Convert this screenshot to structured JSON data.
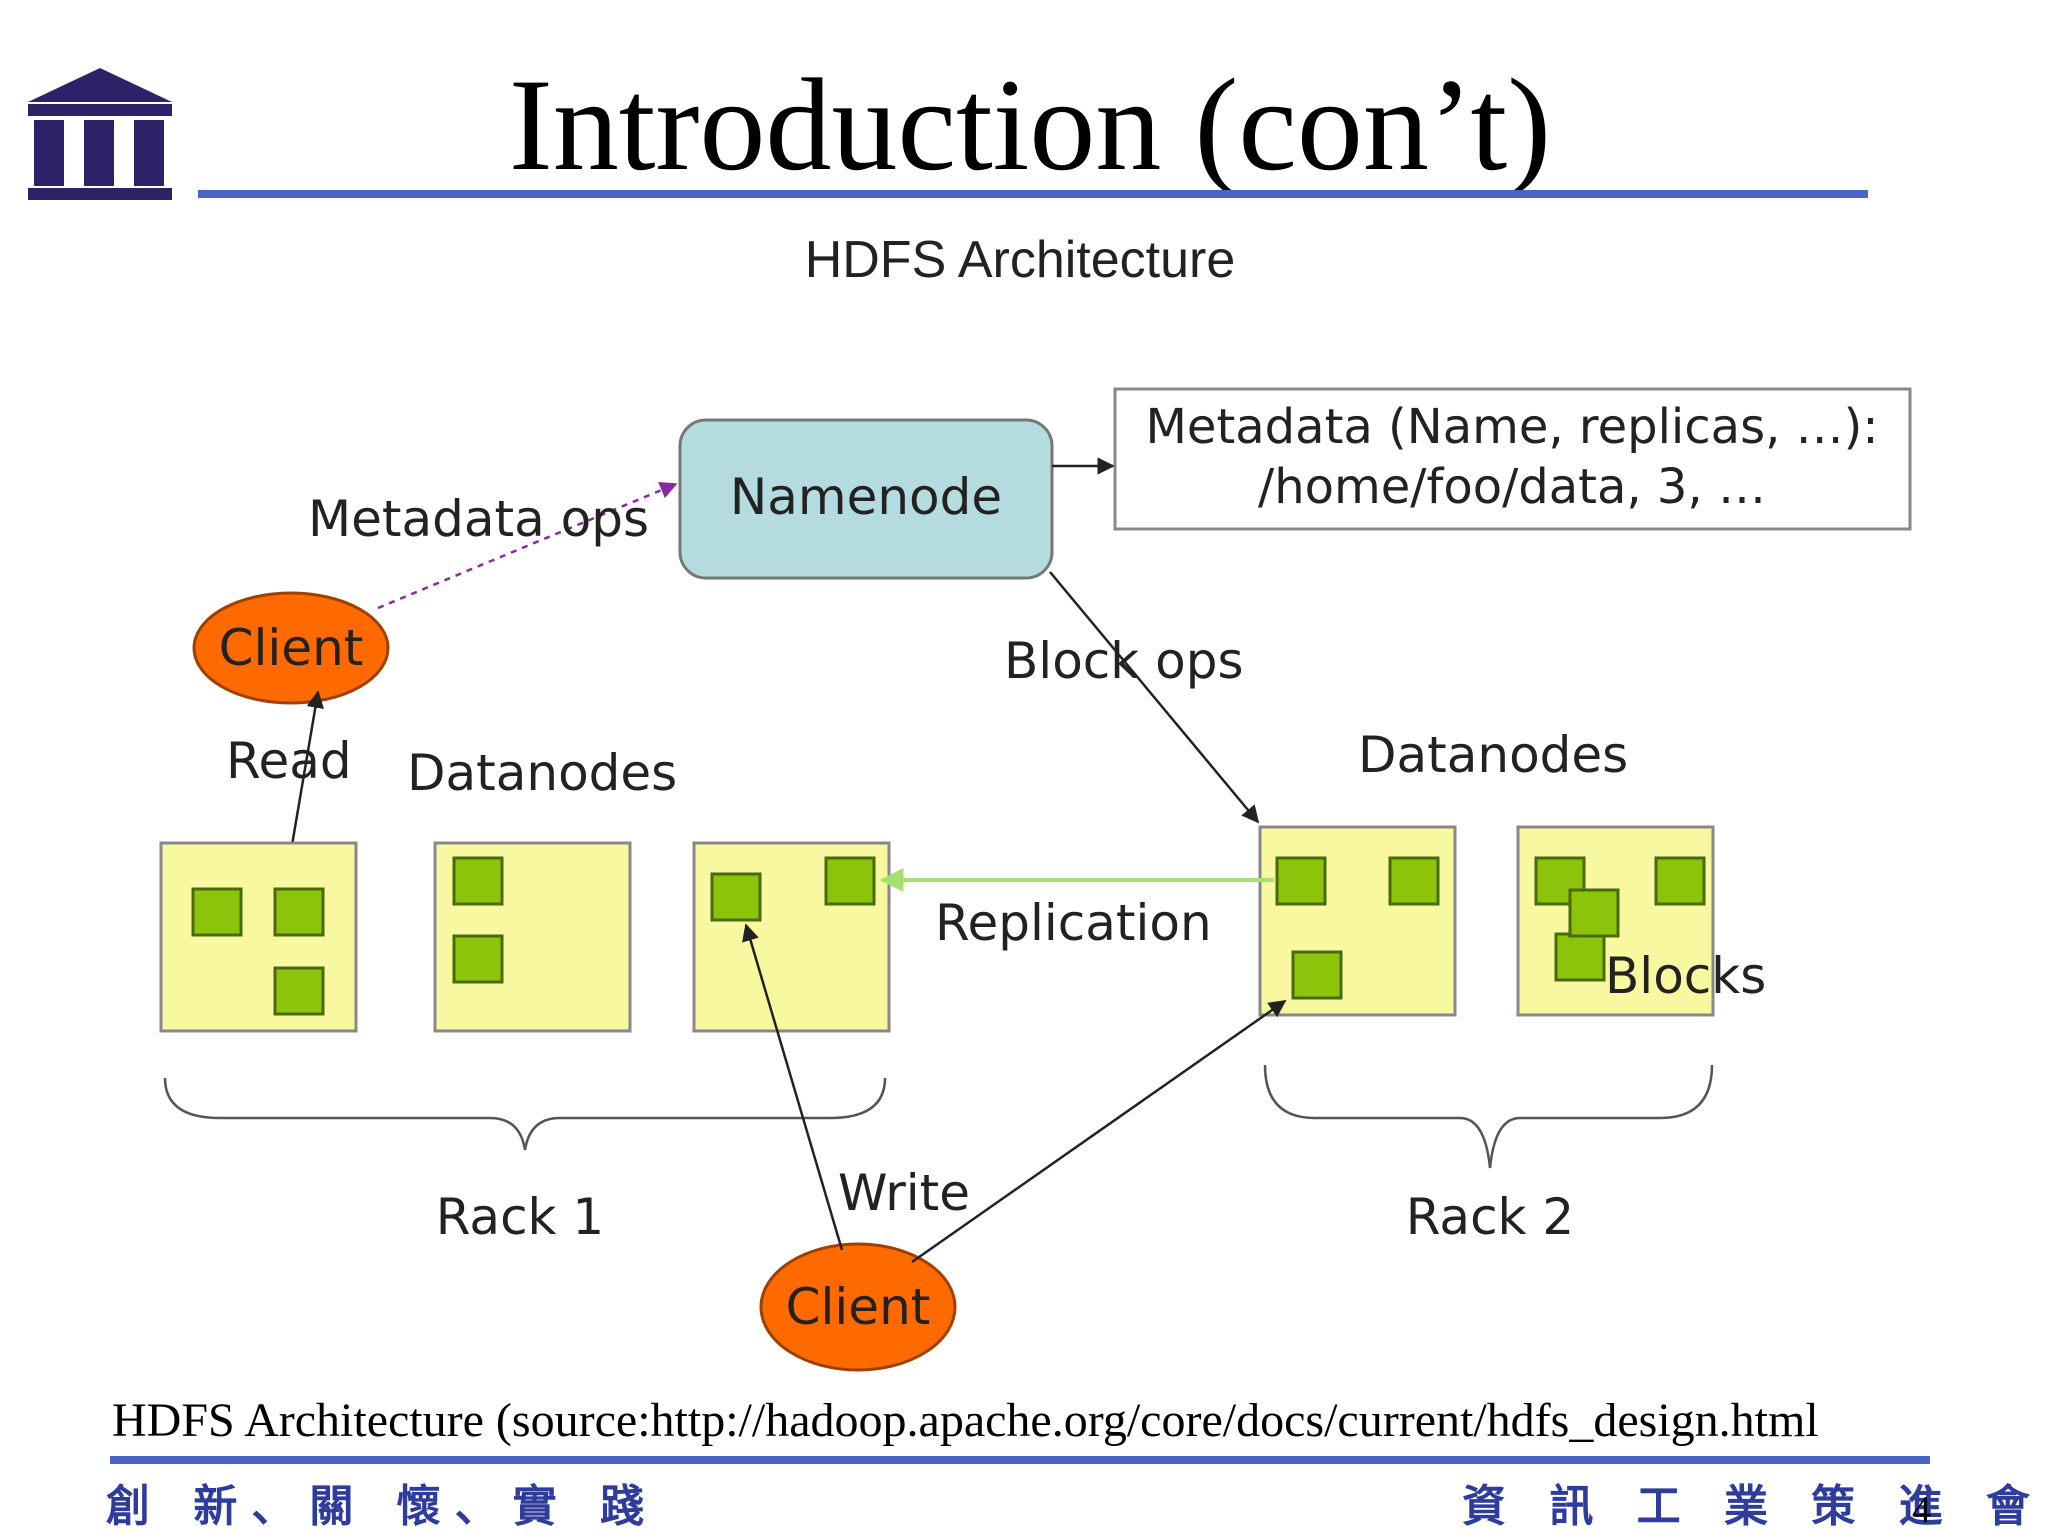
{
  "slide": {
    "title": "Introduction (con’t)",
    "caption": "HDFS Architecture (source:http://hadoop.apache.org/core/docs/current/hdfs_design.html",
    "footer_left": "創 新、關 懷、實 踐",
    "footer_right": "資 訊 工 業 策 進 會",
    "page_number": "4"
  },
  "diagram": {
    "title": "HDFS Architecture",
    "namenode": "Namenode",
    "metadata_line1": "Metadata (Name, replicas, …):",
    "metadata_line2": "/home/foo/data, 3, …",
    "metadata_ops": "Metadata ops",
    "block_ops": "Block ops",
    "client_top": "Client",
    "client_bottom": "Client",
    "read": "Read",
    "write": "Write",
    "datanodes_left": "Datanodes",
    "datanodes_right": "Datanodes",
    "replication": "Replication",
    "blocks": "Blocks",
    "rack1": "Rack 1",
    "rack2": "Rack 2"
  },
  "colors": {
    "accent_rule": "#4a63c8",
    "logo": "#2d2168",
    "namenode_fill": "#b4dce0",
    "datanode_fill": "#f8f8a0",
    "block_fill": "#8cc40c",
    "client_fill": "#ff6a00",
    "motto_text": "#2e3c9c"
  }
}
